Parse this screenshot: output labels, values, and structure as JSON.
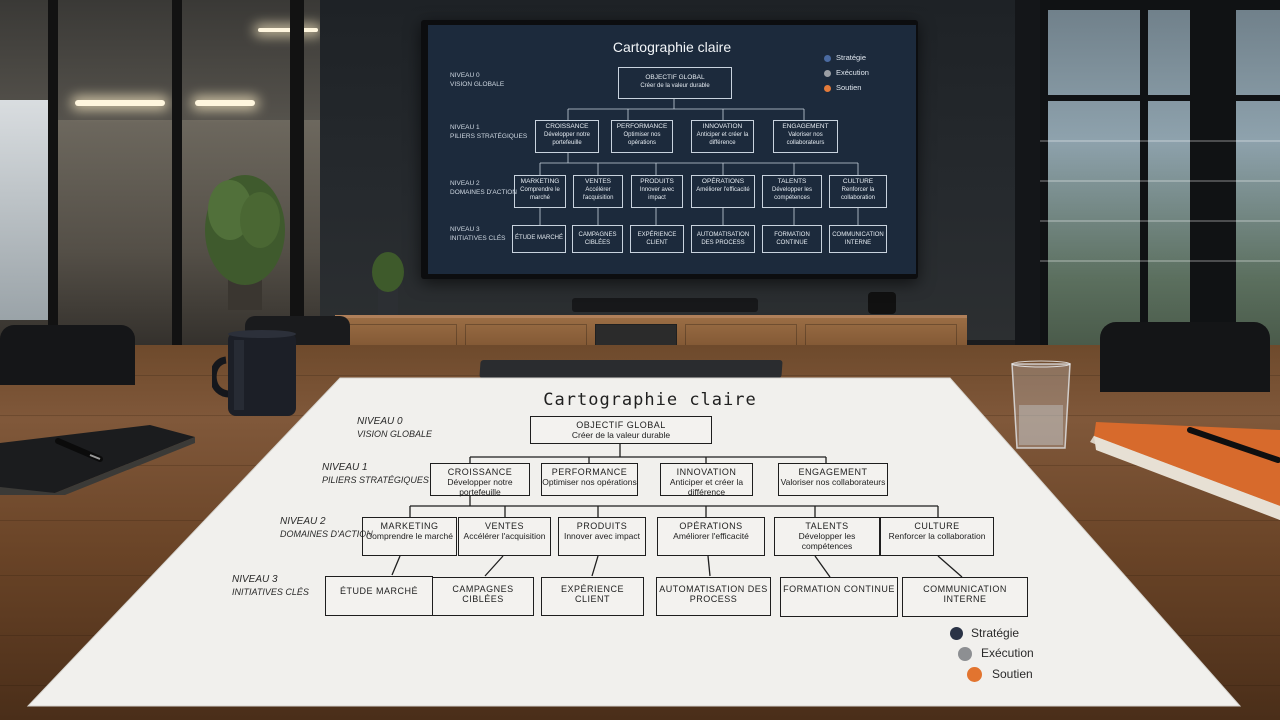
{
  "tv": {
    "title": "Cartographie claire",
    "levels": [
      {
        "n": "NIVEAU 0",
        "d": "VISION GLOBALE"
      },
      {
        "n": "NIVEAU 1",
        "d": "PILIERS STRATÉGIQUES"
      },
      {
        "n": "NIVEAU 2",
        "d": "DOMAINES D'ACTION"
      },
      {
        "n": "NIVEAU 3",
        "d": "INITIATIVES CLÉS"
      }
    ],
    "root": {
      "t": "OBJECTIF GLOBAL",
      "d": "Créer de la valeur durable"
    },
    "pillars": [
      {
        "t": "CROISSANCE",
        "d": "Développer notre portefeuille"
      },
      {
        "t": "PERFORMANCE",
        "d": "Optimiser nos opérations"
      },
      {
        "t": "INNOVATION",
        "d": "Anticiper et créer la différence"
      },
      {
        "t": "ENGAGEMENT",
        "d": "Valoriser nos collaborateurs"
      }
    ],
    "domains": [
      {
        "t": "MARKETING",
        "d": "Comprendre le marché"
      },
      {
        "t": "VENTES",
        "d": "Accélérer l'acquisition"
      },
      {
        "t": "PRODUITS",
        "d": "Innover avec impact"
      },
      {
        "t": "OPÉRATIONS",
        "d": "Améliorer l'efficacité"
      },
      {
        "t": "TALENTS",
        "d": "Développer les compétences"
      },
      {
        "t": "CULTURE",
        "d": "Renforcer la collaboration"
      }
    ],
    "initiatives": [
      "ÉTUDE MARCHÉ",
      "CAMPAGNES CIBLÉES",
      "EXPÉRIENCE CLIENT",
      "AUTOMATISATION DES PROCESS",
      "FORMATION CONTINUE",
      "COMMUNICATION INTERNE"
    ],
    "legend": [
      {
        "label": "Stratégie",
        "color": "#4a6aa0"
      },
      {
        "label": "Exécution",
        "color": "#9a9ea4"
      },
      {
        "label": "Soutien",
        "color": "#e27a3a"
      }
    ]
  },
  "paper": {
    "title": "Cartographie claire",
    "levels": [
      {
        "n": "NIVEAU 0",
        "d": "VISION GLOBALE"
      },
      {
        "n": "NIVEAU 1",
        "d": "PILIERS STRATÉGIQUES"
      },
      {
        "n": "NIVEAU 2",
        "d": "DOMAINES D'ACTION"
      },
      {
        "n": "NIVEAU 3",
        "d": "INITIATIVES CLÉS"
      }
    ],
    "root": {
      "t": "OBJECTIF GLOBAL",
      "d": "Créer de la valeur durable"
    },
    "pillars": [
      {
        "t": "CROISSANCE",
        "d": "Développer notre portefeuille"
      },
      {
        "t": "PERFORMANCE",
        "d": "Optimiser nos opérations"
      },
      {
        "t": "INNOVATION",
        "d": "Anticiper et créer la différence"
      },
      {
        "t": "ENGAGEMENT",
        "d": "Valoriser nos collaborateurs"
      }
    ],
    "domains": [
      {
        "t": "MARKETING",
        "d": "Comprendre le marché"
      },
      {
        "t": "VENTES",
        "d": "Accélérer l'acquisition"
      },
      {
        "t": "PRODUITS",
        "d": "Innover avec impact"
      },
      {
        "t": "OPÉRATIONS",
        "d": "Améliorer l'efficacité"
      },
      {
        "t": "TALENTS",
        "d": "Développer les compétences"
      },
      {
        "t": "CULTURE",
        "d": "Renforcer la collaboration"
      }
    ],
    "initiatives": [
      "ÉTUDE MARCHÉ",
      "CAMPAGNES CIBLÉES",
      "EXPÉRIENCE CLIENT",
      "AUTOMATISATION DES PROCESS",
      "FORMATION CONTINUE",
      "COMMUNICATION INTERNE"
    ],
    "legend": [
      {
        "label": "Stratégie",
        "color": "#2a3346"
      },
      {
        "label": "Exécution",
        "color": "#8d8f92"
      },
      {
        "label": "Soutien",
        "color": "#e2742f"
      }
    ]
  }
}
